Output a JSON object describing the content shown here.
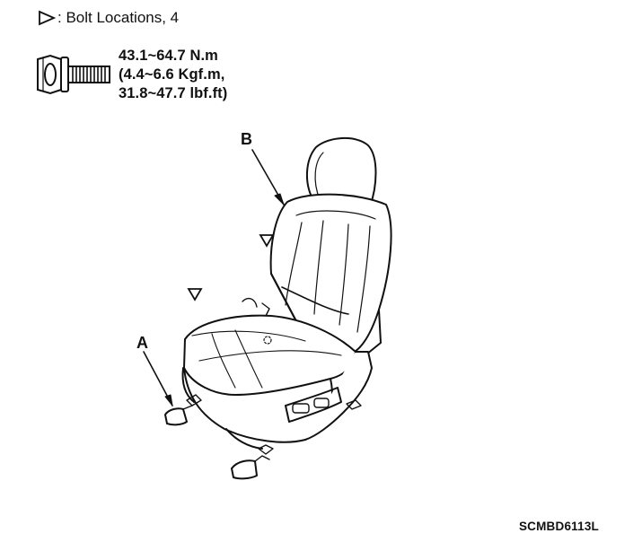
{
  "legend": {
    "icon": "triangle-pointer-icon",
    "text": ": Bolt Locations, 4"
  },
  "torque": {
    "lines": [
      "43.1~64.7 N.m",
      "(4.4~6.6 Kgf.m,",
      "31.8~47.7 lbf.ft)"
    ]
  },
  "callouts": {
    "a": "A",
    "b": "B"
  },
  "figure_code": "SCMBD6113L",
  "colors": {
    "line": "#111111",
    "background": "#ffffff"
  }
}
